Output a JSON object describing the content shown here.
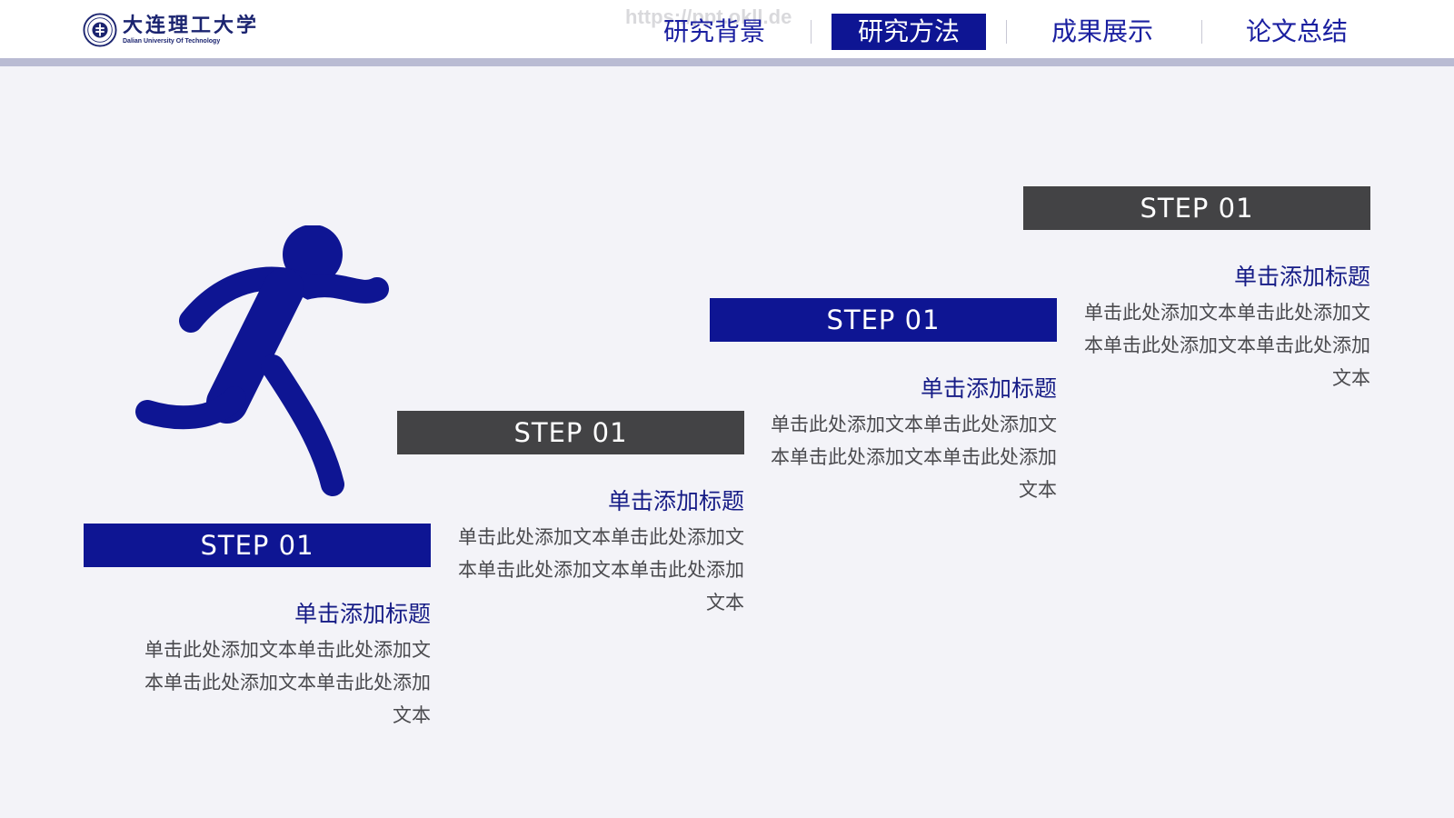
{
  "header": {
    "logo": {
      "name_cn": "大连理工大学",
      "name_en": "Dalian University Of Technology"
    },
    "watermark": "https://ppt.okll.de",
    "nav": [
      {
        "label": "研究背景",
        "active": false
      },
      {
        "label": "研究方法",
        "active": true
      },
      {
        "label": "成果展示",
        "active": false
      },
      {
        "label": "论文总结",
        "active": false
      }
    ]
  },
  "steps": [
    {
      "label": "STEP 01",
      "title": "单击添加标题",
      "text": "单击此处添加文本单击此处添加文本单击此处添加文本单击此处添加文本",
      "bar_color": "#0e1593"
    },
    {
      "label": "STEP 01",
      "title": "单击添加标题",
      "text": "单击此处添加文本单击此处添加文本单击此处添加文本单击此处添加文本",
      "bar_color": "#434345"
    },
    {
      "label": "STEP 01",
      "title": "单击添加标题",
      "text": "单击此处添加文本单击此处添加文本单击此处添加文本单击此处添加文本",
      "bar_color": "#0e1593"
    },
    {
      "label": "STEP 01",
      "title": "单击添加标题",
      "text": "单击此处添加文本单击此处添加文本单击此处添加文本单击此处添加文本",
      "bar_color": "#434345"
    }
  ],
  "colors": {
    "accent": "#0e1593",
    "dark": "#434345",
    "background": "#f3f3f8"
  },
  "icons": {
    "figure": "running-person-icon",
    "seal": "university-seal-icon"
  }
}
